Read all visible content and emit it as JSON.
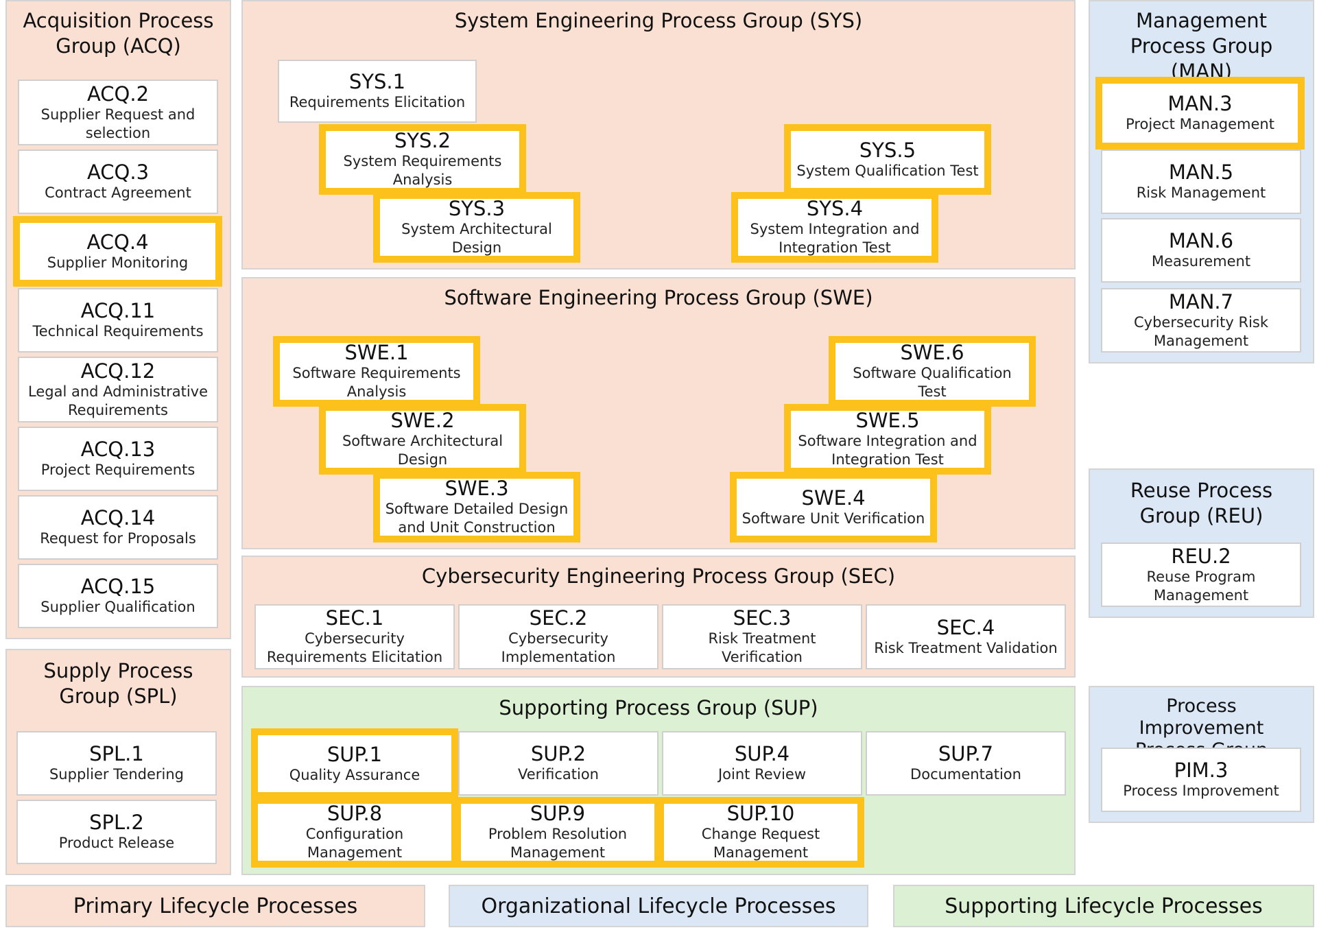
{
  "colors": {
    "primary": "#f9e0d3",
    "organizational": "#dbe7f4",
    "supporting": "#dcf1d3",
    "highlight": "#fcc21b",
    "box_border": "#cfcfcf"
  },
  "groups": {
    "acq": {
      "title": "Acquisition Process Group (ACQ)",
      "processes": [
        {
          "id": "ACQ.2",
          "name": "Supplier Request and selection",
          "highlighted": false
        },
        {
          "id": "ACQ.3",
          "name": "Contract Agreement",
          "highlighted": false
        },
        {
          "id": "ACQ.4",
          "name": "Supplier Monitoring",
          "highlighted": true
        },
        {
          "id": "ACQ.11",
          "name": "Technical Requirements",
          "highlighted": false
        },
        {
          "id": "ACQ.12",
          "name": "Legal and Administrative Requirements",
          "highlighted": false
        },
        {
          "id": "ACQ.13",
          "name": "Project Requirements",
          "highlighted": false
        },
        {
          "id": "ACQ.14",
          "name": "Request for Proposals",
          "highlighted": false
        },
        {
          "id": "ACQ.15",
          "name": "Supplier Qualification",
          "highlighted": false
        }
      ]
    },
    "spl": {
      "title": "Supply Process Group (SPL)",
      "processes": [
        {
          "id": "SPL.1",
          "name": "Supplier Tendering",
          "highlighted": false
        },
        {
          "id": "SPL.2",
          "name": "Product Release",
          "highlighted": false
        }
      ]
    },
    "sys": {
      "title": "System Engineering Process Group (SYS)",
      "processes": [
        {
          "id": "SYS.1",
          "name": "Requirements Elicitation",
          "highlighted": false
        },
        {
          "id": "SYS.2",
          "name": "System Requirements Analysis",
          "highlighted": true
        },
        {
          "id": "SYS.3",
          "name": "System Architectural Design",
          "highlighted": true
        },
        {
          "id": "SYS.5",
          "name": "System Qualification Test",
          "highlighted": true
        },
        {
          "id": "SYS.4",
          "name": "System Integration and Integration Test",
          "highlighted": true
        }
      ]
    },
    "swe": {
      "title": "Software Engineering Process Group (SWE)",
      "processes": [
        {
          "id": "SWE.1",
          "name": "Software Requirements Analysis",
          "highlighted": true
        },
        {
          "id": "SWE.2",
          "name": "Software Architectural Design",
          "highlighted": true
        },
        {
          "id": "SWE.3",
          "name": "Software Detailed Design and Unit Construction",
          "highlighted": true
        },
        {
          "id": "SWE.6",
          "name": "Software Qualification Test",
          "highlighted": true
        },
        {
          "id": "SWE.5",
          "name": "Software Integration and Integration Test",
          "highlighted": true
        },
        {
          "id": "SWE.4",
          "name": "Software Unit Verification",
          "highlighted": true
        }
      ]
    },
    "sec": {
      "title": "Cybersecurity Engineering Process Group (SEC)",
      "processes": [
        {
          "id": "SEC.1",
          "name": "Cybersecurity Requirements Elicitation",
          "highlighted": false
        },
        {
          "id": "SEC.2",
          "name": "Cybersecurity Implementation",
          "highlighted": false
        },
        {
          "id": "SEC.3",
          "name": "Risk Treatment Verification",
          "highlighted": false
        },
        {
          "id": "SEC.4",
          "name": "Risk Treatment Validation",
          "highlighted": false
        }
      ]
    },
    "sup": {
      "title": "Supporting Process Group (SUP)",
      "processes": [
        {
          "id": "SUP.1",
          "name": "Quality Assurance",
          "highlighted": true
        },
        {
          "id": "SUP.2",
          "name": "Verification",
          "highlighted": false
        },
        {
          "id": "SUP.4",
          "name": "Joint Review",
          "highlighted": false
        },
        {
          "id": "SUP.7",
          "name": "Documentation",
          "highlighted": false
        },
        {
          "id": "SUP.8",
          "name": "Configuration Management",
          "highlighted": true
        },
        {
          "id": "SUP.9",
          "name": "Problem Resolution Management",
          "highlighted": true
        },
        {
          "id": "SUP.10",
          "name": "Change Request Management",
          "highlighted": true
        }
      ]
    },
    "man": {
      "title": "Management Process Group (MAN)",
      "processes": [
        {
          "id": "MAN.3",
          "name": "Project Management",
          "highlighted": true
        },
        {
          "id": "MAN.5",
          "name": "Risk Management",
          "highlighted": false
        },
        {
          "id": "MAN.6",
          "name": "Measurement",
          "highlighted": false
        },
        {
          "id": "MAN.7",
          "name": "Cybersecurity Risk Management",
          "highlighted": false
        }
      ]
    },
    "reu": {
      "title": "Reuse Process Group (REU)",
      "processes": [
        {
          "id": "REU.2",
          "name": "Reuse Program Management",
          "highlighted": false
        }
      ]
    },
    "pim": {
      "title": "Process Improvement Process Group (PIM)",
      "processes": [
        {
          "id": "PIM.3",
          "name": "Process Improvement",
          "highlighted": false
        }
      ]
    }
  },
  "legend": {
    "primary": "Primary Lifecycle Processes",
    "organizational": "Organizational Lifecycle Processes",
    "supporting": "Supporting Lifecycle Processes"
  }
}
